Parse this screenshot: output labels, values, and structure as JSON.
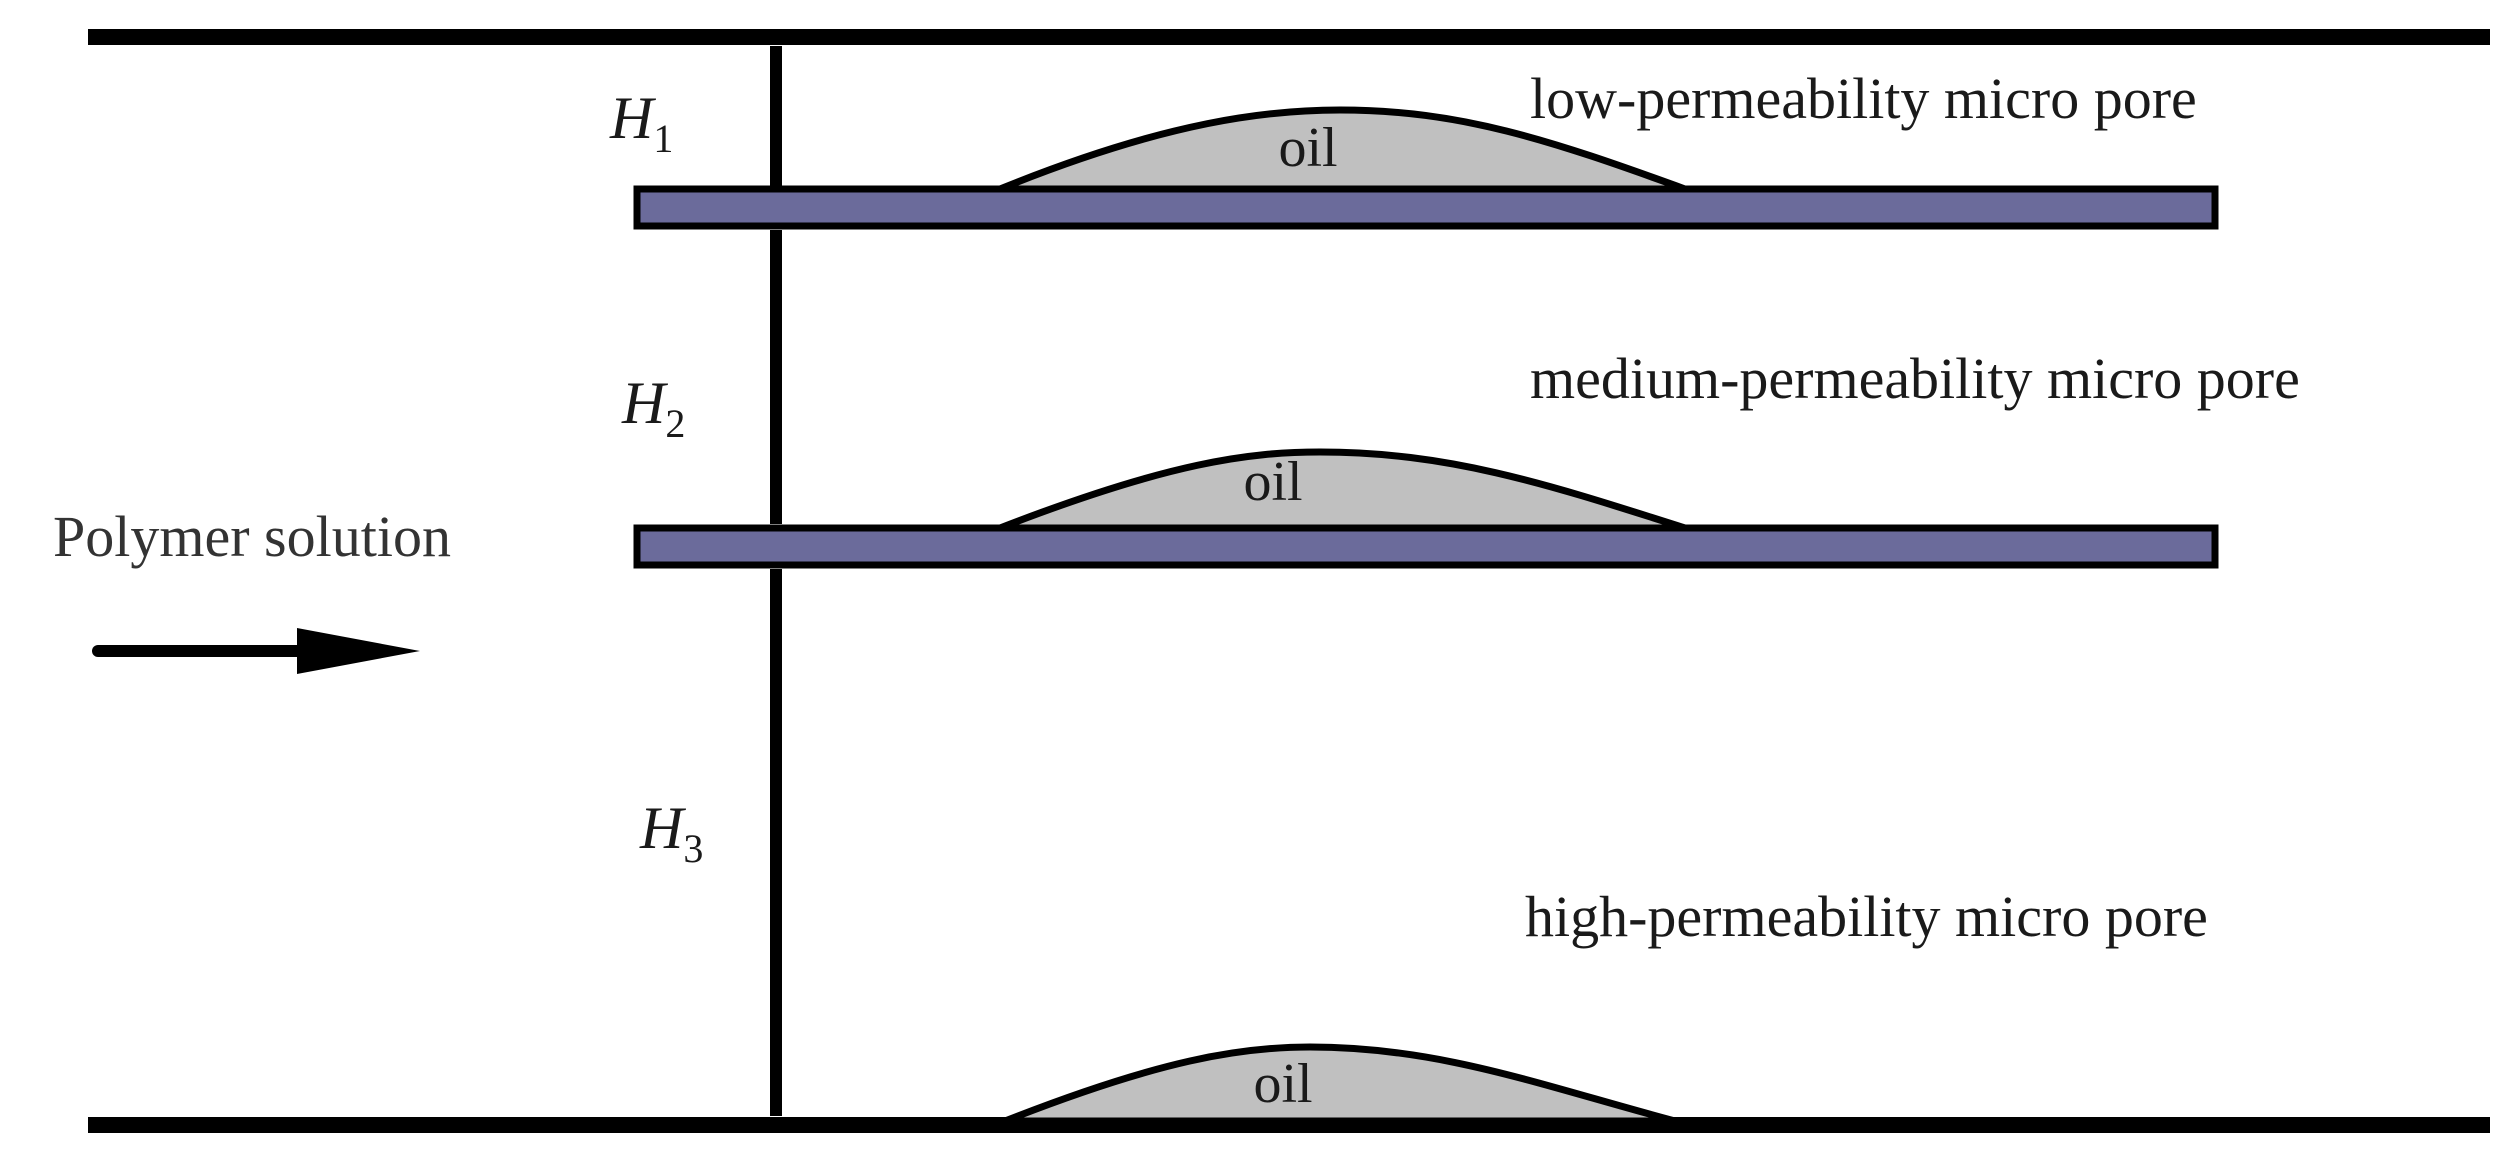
{
  "diagram": {
    "flow": {
      "label": "Polymer solution",
      "direction": "left-to-right"
    },
    "pores": [
      {
        "id": "low",
        "label": "low-permeability micro pore",
        "gap_symbol": "H",
        "gap_subscript": "1",
        "oil_label": "oil"
      },
      {
        "id": "medium",
        "label": "medium-permeability micro pore",
        "gap_symbol": "H",
        "gap_subscript": "2",
        "oil_label": "oil"
      },
      {
        "id": "high",
        "label": "high-permeability micro pore",
        "gap_symbol": "H",
        "gap_subscript": "3",
        "oil_label": "oil"
      }
    ],
    "colors": {
      "wall": "#000000",
      "plate_fill": "#6b6b9b",
      "oil_fill": "#c0c0c0",
      "text": "#1a1a1a",
      "flow_text": "#333333"
    }
  }
}
